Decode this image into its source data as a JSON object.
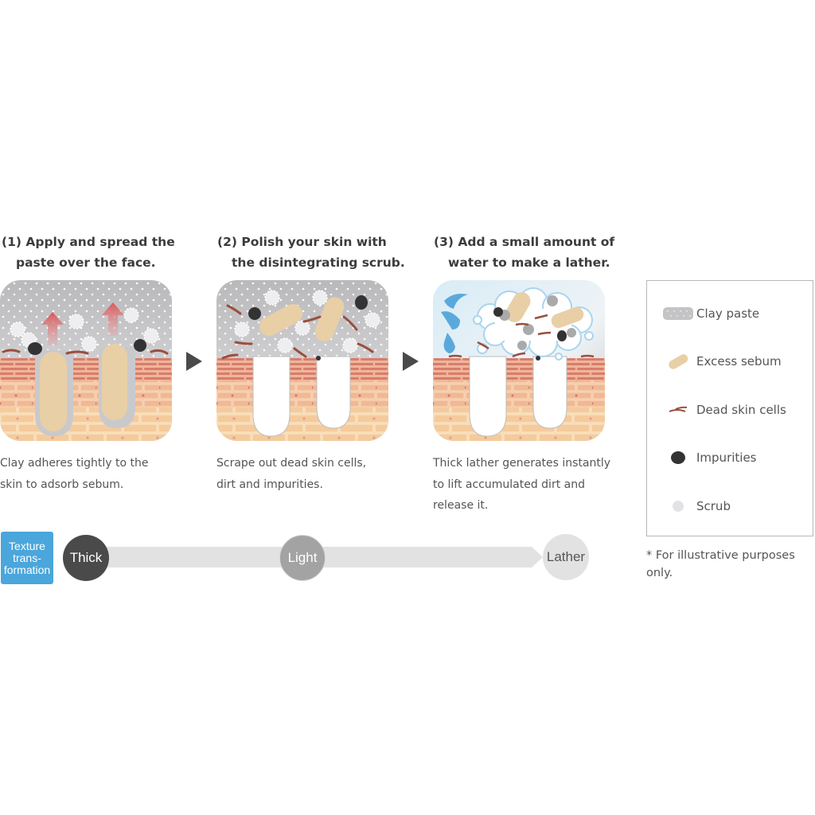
{
  "steps": [
    {
      "title_line1": "(1) Apply and spread the",
      "title_line2": "paste over the face.",
      "desc_lines": [
        "Clay adheres tightly to the",
        "skin to adsorb sebum."
      ]
    },
    {
      "title_line1": "(2) Polish your skin with",
      "title_line2": "the disintegrating scrub.",
      "desc_lines": [
        "Scrape out dead skin cells,",
        "dirt and impurities."
      ]
    },
    {
      "title_line1": "(3) Add a small amount of",
      "title_line2": "water to make a lather.",
      "desc_lines": [
        "Thick lather generates instantly",
        "to lift accumulated dirt and",
        "release it."
      ]
    }
  ],
  "legend": {
    "items": [
      {
        "label": "Clay paste",
        "icon": "clay-paste-swatch"
      },
      {
        "label": "Excess sebum",
        "icon": "sebum-swatch"
      },
      {
        "label": "Dead skin cells",
        "icon": "dead-skin-swatch"
      },
      {
        "label": "Impurities",
        "icon": "impurity-swatch"
      },
      {
        "label": "Scrub",
        "icon": "scrub-swatch"
      }
    ]
  },
  "note": "* For illustrative purposes only.",
  "texture": {
    "badge_lines": [
      "Texture",
      "trans-",
      "formation"
    ],
    "stages": [
      "Thick",
      "Light",
      "Lather"
    ]
  },
  "colors": {
    "badge": "#4aa6db",
    "thick": "#4a4a4a",
    "light": "#a3a3a3",
    "lather": "#e2e2e2",
    "clay": "#c4c4c6",
    "sebum": "#e8cfa6",
    "skin": "#f3cfa2",
    "dead_skin": "#9a4f3c",
    "impurity": "#333333"
  }
}
